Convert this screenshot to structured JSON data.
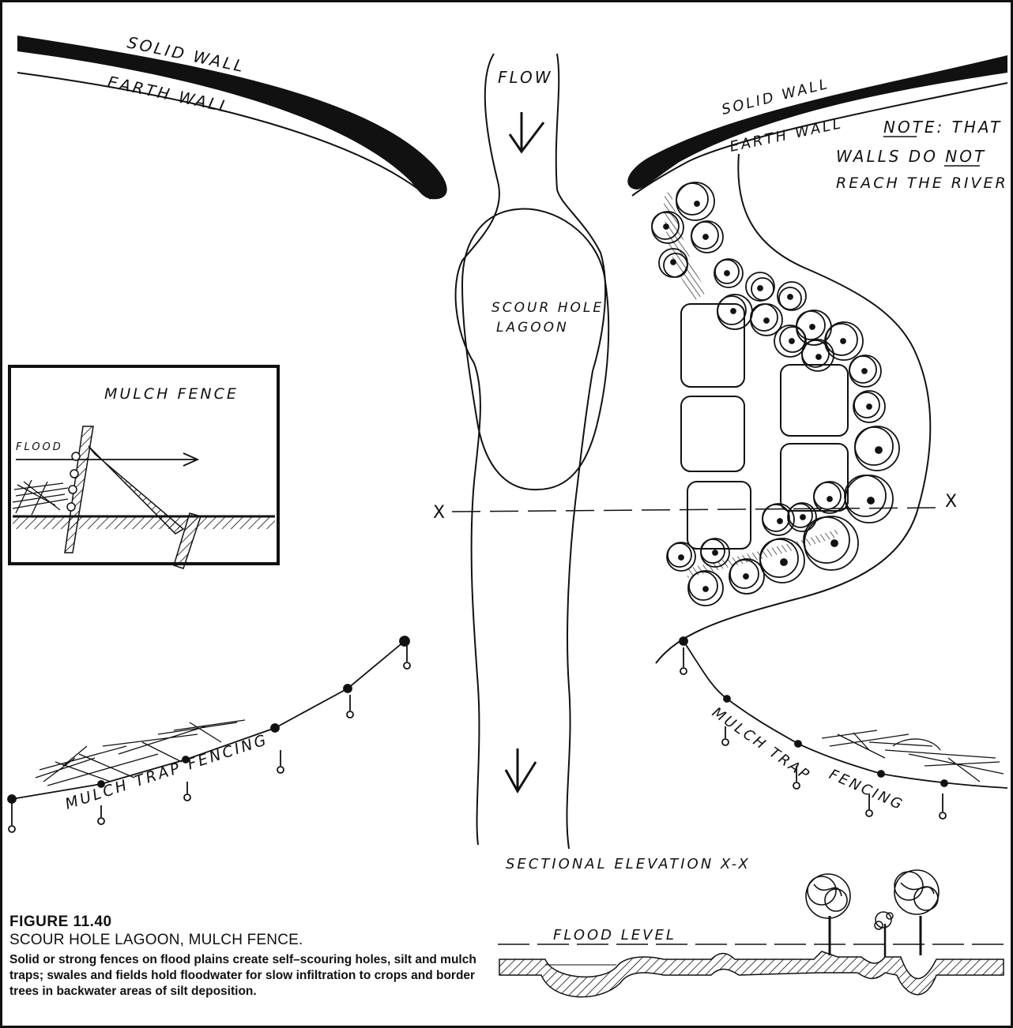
{
  "labels": {
    "solid_wall_left": "SOLID WALL",
    "earth_wall_left": "EARTH WALL",
    "flow": "FLOW",
    "solid_wall_right": "SOLID WALL",
    "earth_wall_right": "EARTH WALL",
    "note_line1": "NOTE: THAT",
    "note_line2": "WALLS DO NOT",
    "note_line3": "REACH THE RIVER",
    "scour_line1": "SCOUR HOLE",
    "scour_line2": "LAGOON",
    "inset_title": "MULCH FENCE",
    "inset_flood": "FLOOD",
    "x_left": "X",
    "x_right": "X",
    "mulch_left": "MULCH TRAP FENCING",
    "mulch_right_1": "MULCH TRAP",
    "mulch_right_2": "FENCING",
    "section_title": "SECTIONAL ELEVATION X-X",
    "flood_level": "FLOOD LEVEL"
  },
  "caption": {
    "number": "FIGURE 11.40",
    "title": "SCOUR HOLE LAGOON, MULCH FENCE.",
    "text": "Solid or strong fences on flood plains create self–scouring holes, silt and mulch traps; swales and fields hold floodwater for slow infiltration to crops and border trees in backwater areas of silt deposition."
  }
}
